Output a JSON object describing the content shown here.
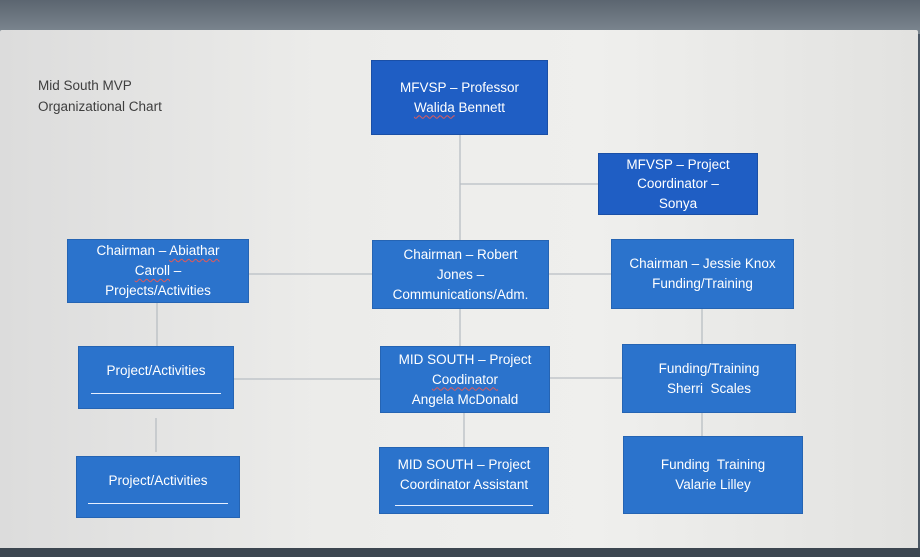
{
  "title": {
    "line1": "Mid South MVP",
    "line2": "Organizational Chart"
  },
  "colors": {
    "box_fill": "#2b73cc",
    "box_fill_dark": "#1f5ec4",
    "connector": "#b9bec4",
    "text": "#ffffff"
  },
  "nodes": {
    "top": {
      "line1": "MFVSP – Professor",
      "line2": "Walida",
      "line2b": " Bennett"
    },
    "coordinator": {
      "line1": "MFVSP – Project",
      "line2": "Coordinator –",
      "line3": "Sonya"
    },
    "chair_left": {
      "line1a": "Chairman – ",
      "line1b": "Abiathar",
      "line2a": "Caroll",
      "line2b": " –",
      "line3": "Projects/Activities"
    },
    "chair_mid": {
      "line1": "Chairman – Robert",
      "line2": "Jones –",
      "line3": "Communications/Adm."
    },
    "chair_right": {
      "line1": "Chairman – Jessie Knox",
      "line2": "Funding/Training"
    },
    "proj_1": {
      "line1": "Project/Activities"
    },
    "midsouth_coord": {
      "line1": "MID SOUTH – Project",
      "line2": "Coodinator",
      "line3": "Angela McDonald"
    },
    "funding_1": {
      "line1": "Funding/Training",
      "line2": "Sherri  Scales"
    },
    "proj_2": {
      "line1": "Project/Activities"
    },
    "midsouth_assist": {
      "line1": "MID SOUTH – Project",
      "line2": "Coordinator Assistant"
    },
    "funding_2": {
      "line1": "Funding  Training",
      "line2": "Valarie Lilley"
    }
  }
}
